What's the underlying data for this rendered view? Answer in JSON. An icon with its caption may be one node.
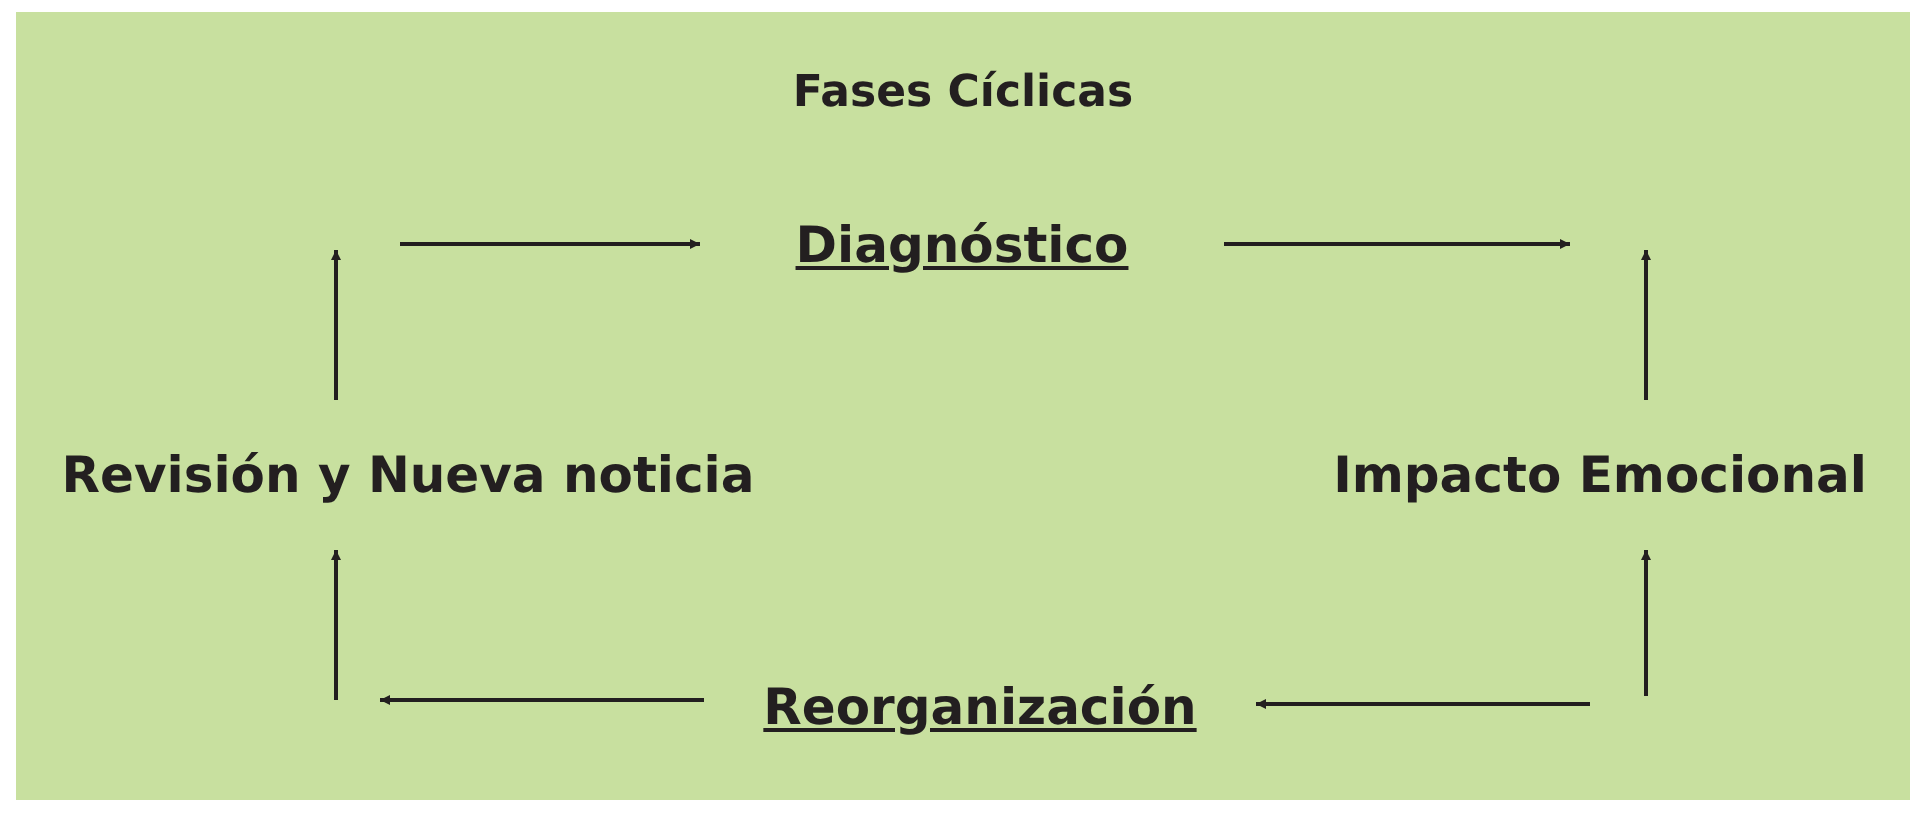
{
  "diagram": {
    "title": "Fases Cíclicas",
    "nodes": [
      {
        "text": [
          "Diagnóstico"
        ]
      },
      {
        "text": [
          "Impacto Emocional"
        ]
      },
      {
        "text": [
          "Reorganización"
        ]
      },
      {
        "text": [
          "Revisión y Nueva noticia"
        ]
      }
    ],
    "edges": [
      {
        "from": null,
        "to": 0,
        "arrow": "to"
      },
      {
        "from": 0,
        "to": null,
        "arrow": "to"
      },
      {
        "from": 1,
        "to": null,
        "arrow": "to"
      },
      {
        "from": null,
        "to": 1,
        "arrow": "to"
      },
      {
        "from": null,
        "to": 2,
        "arrow": "to"
      },
      {
        "from": 2,
        "to": null,
        "arrow": "to"
      },
      {
        "from": null,
        "to": 3,
        "arrow": "to"
      },
      {
        "from": 3,
        "to": null,
        "arrow": "to"
      }
    ]
  }
}
